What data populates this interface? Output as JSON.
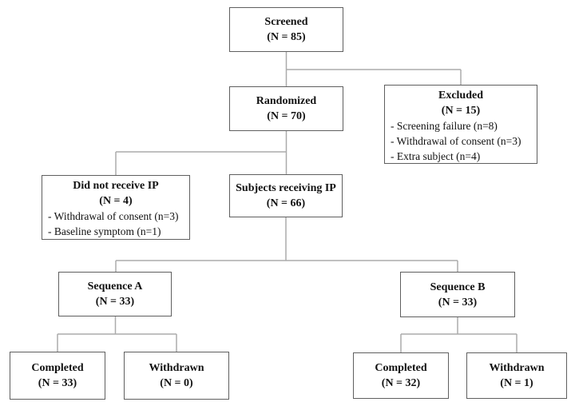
{
  "diagram": {
    "type": "subject-disposition-flowchart",
    "nodes": {
      "screened": {
        "label": "Screened",
        "n": "(N = 85)"
      },
      "randomized": {
        "label": "Randomized",
        "n": "(N = 70)"
      },
      "excluded": {
        "label": "Excluded",
        "n": "(N = 15)",
        "reasons": [
          "- Screening failure (n=8)",
          "- Withdrawal of consent (n=3)",
          "- Extra subject (n=4)"
        ]
      },
      "did_not_receive_ip": {
        "label": "Did not receive IP",
        "n": "(N = 4)",
        "reasons": [
          "- Withdrawal of consent (n=3)",
          "- Baseline symptom (n=1)"
        ]
      },
      "subjects_receiving_ip": {
        "label": "Subjects receiving IP",
        "n": "(N = 66)"
      },
      "sequence_a": {
        "label": "Sequence A",
        "n": "(N = 33)"
      },
      "sequence_b": {
        "label": "Sequence B",
        "n": "(N = 33)"
      },
      "completed_a": {
        "label": "Completed",
        "n": "(N = 33)"
      },
      "withdrawn_a": {
        "label": "Withdrawn",
        "n": "(N = 0)"
      },
      "completed_b": {
        "label": "Completed",
        "n": "(N = 32)"
      },
      "withdrawn_b": {
        "label": "Withdrawn",
        "n": "(N = 1)"
      }
    },
    "edges": [
      [
        "screened",
        "randomized"
      ],
      [
        "screened",
        "excluded"
      ],
      [
        "randomized",
        "did_not_receive_ip"
      ],
      [
        "randomized",
        "subjects_receiving_ip"
      ],
      [
        "subjects_receiving_ip",
        "sequence_a"
      ],
      [
        "subjects_receiving_ip",
        "sequence_b"
      ],
      [
        "sequence_a",
        "completed_a"
      ],
      [
        "sequence_a",
        "withdrawn_a"
      ],
      [
        "sequence_b",
        "completed_b"
      ],
      [
        "sequence_b",
        "withdrawn_b"
      ]
    ],
    "colors": {
      "background": "#ffffff",
      "box_border": "#5f5f5f",
      "connector": "#ababab",
      "text": "#111111"
    }
  }
}
